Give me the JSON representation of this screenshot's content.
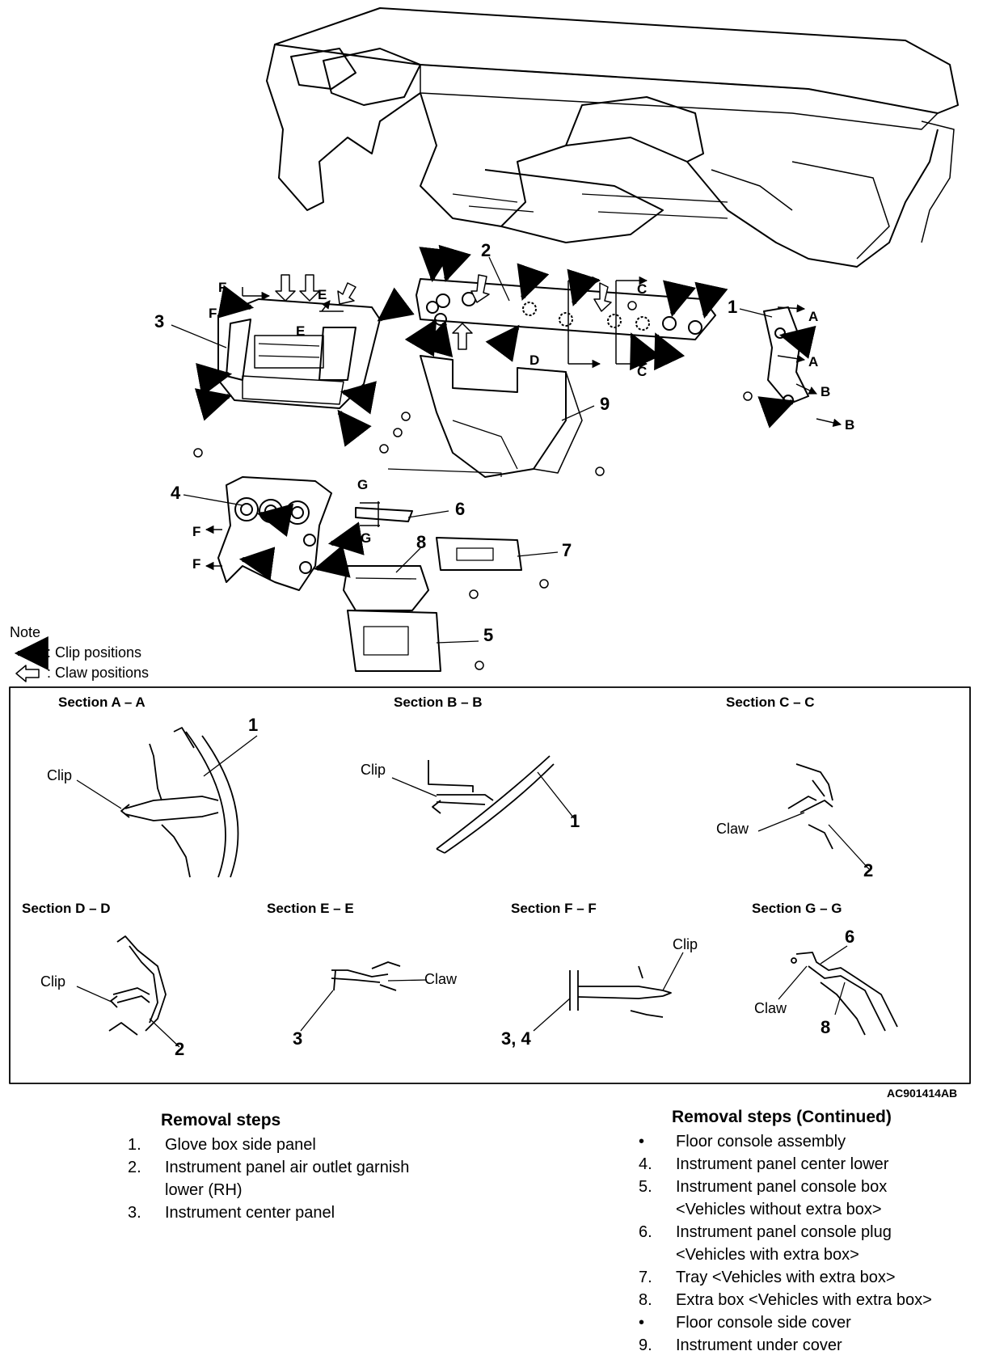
{
  "note": {
    "title": "Note",
    "clip": ": Clip positions",
    "claw": ": Claw positions"
  },
  "figure_code": "AC901414AB",
  "callouts": {
    "n1": "1",
    "n2": "2",
    "n3": "3",
    "n4": "4",
    "n5": "5",
    "n6": "6",
    "n7": "7",
    "n8": "8",
    "n9": "9",
    "A": "A",
    "B": "B",
    "C": "C",
    "D": "D",
    "E": "E",
    "F": "F",
    "G": "G"
  },
  "sections": [
    {
      "title": "Section A – A",
      "label": "Clip",
      "num": "1"
    },
    {
      "title": "Section B – B",
      "label": "Clip",
      "num": "1"
    },
    {
      "title": "Section C – C",
      "label": "Claw",
      "num": "2"
    },
    {
      "title": "Section D – D",
      "label": "Clip",
      "num": "2"
    },
    {
      "title": "Section E – E",
      "label": "Claw",
      "num": "3"
    },
    {
      "title": "Section F – F",
      "label": "Clip",
      "num": "3, 4"
    },
    {
      "title": "Section G – G",
      "label": "Claw",
      "num": "8",
      "num2": "6"
    }
  ],
  "removal_steps": {
    "title": "Removal steps",
    "items": [
      {
        "num": "1.",
        "text": "Glove box side panel"
      },
      {
        "num": "2.",
        "text": "Instrument panel air outlet garnish\nlower (RH)"
      },
      {
        "num": "3.",
        "text": "Instrument center panel"
      }
    ]
  },
  "removal_steps_cont": {
    "title": "Removal steps (Continued)",
    "items": [
      {
        "num": "•",
        "text": "Floor console assembly"
      },
      {
        "num": "4.",
        "text": "Instrument panel center lower"
      },
      {
        "num": "5.",
        "text": "Instrument panel console box\n<Vehicles without extra box>"
      },
      {
        "num": "6.",
        "text": "Instrument panel console plug\n<Vehicles with extra box>"
      },
      {
        "num": "7.",
        "text": "Tray <Vehicles with extra box>"
      },
      {
        "num": "8.",
        "text": "Extra box <Vehicles with extra box>"
      },
      {
        "num": "•",
        "text": "Floor console side cover"
      },
      {
        "num": "9.",
        "text": "Instrument under cover"
      }
    ]
  }
}
